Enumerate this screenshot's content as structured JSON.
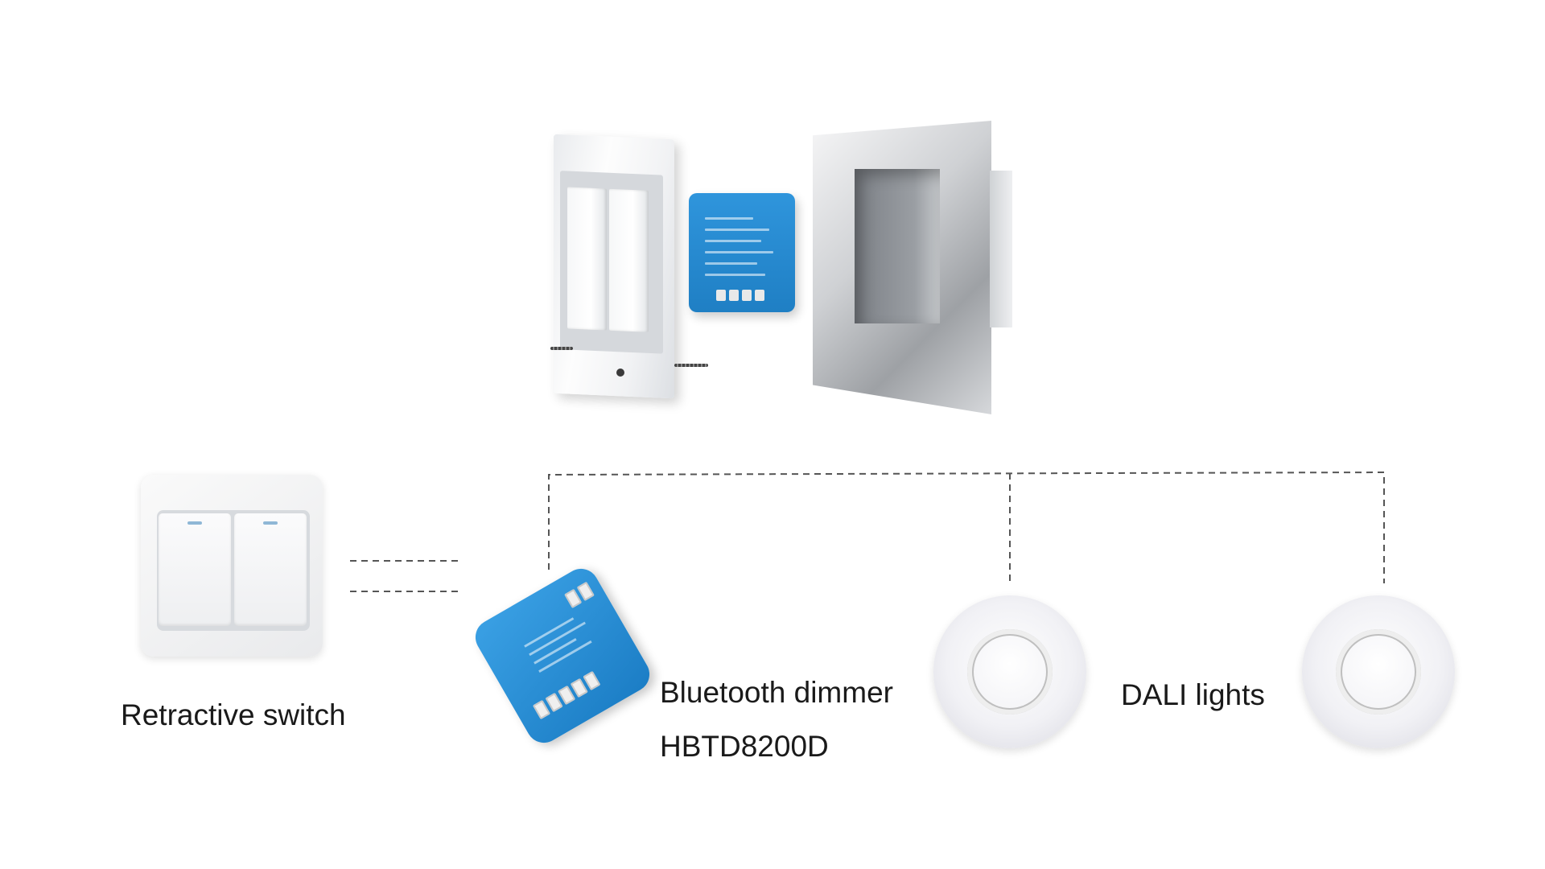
{
  "labels": {
    "retractive_switch": "Retractive switch",
    "dimmer_line1": "Bluetooth dimmer",
    "dimmer_line2": "HBTD8200D",
    "dali_lights": "DALI lights"
  },
  "colors": {
    "dimmer_blue": "#1f7fc4",
    "wire": "#555555"
  }
}
